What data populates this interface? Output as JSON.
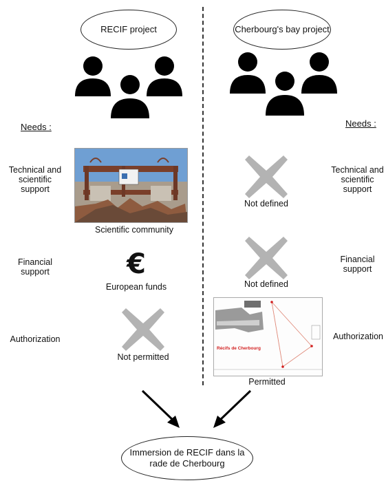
{
  "left": {
    "title": "RECIF project",
    "needs": "Needs :",
    "tech_label": "Technical and\nscientific\nsupport",
    "tech_caption": "Scientific community",
    "fin_label": "Financial\nsupport",
    "fin_symbol": "€",
    "fin_caption": "European funds",
    "auth_label": "Authorization",
    "auth_caption": "Not permitted"
  },
  "right": {
    "title": "Cherbourg's bay project",
    "needs": "Needs :",
    "tech_label": "Technical and\nscientific\nsupport",
    "tech_caption": "Not defined",
    "fin_label": "Financial\nsupport",
    "fin_caption": "Not defined",
    "auth_label": "Authorization",
    "auth_caption": "Permitted",
    "map_text": "Récifs de Cherbourg"
  },
  "bottom": {
    "title": "Immersion de RECIF dans la\nrade de Cherbourg"
  },
  "colors": {
    "cross": "#b3b3b3",
    "people": "#000000",
    "map_red": "#d21f1f"
  }
}
